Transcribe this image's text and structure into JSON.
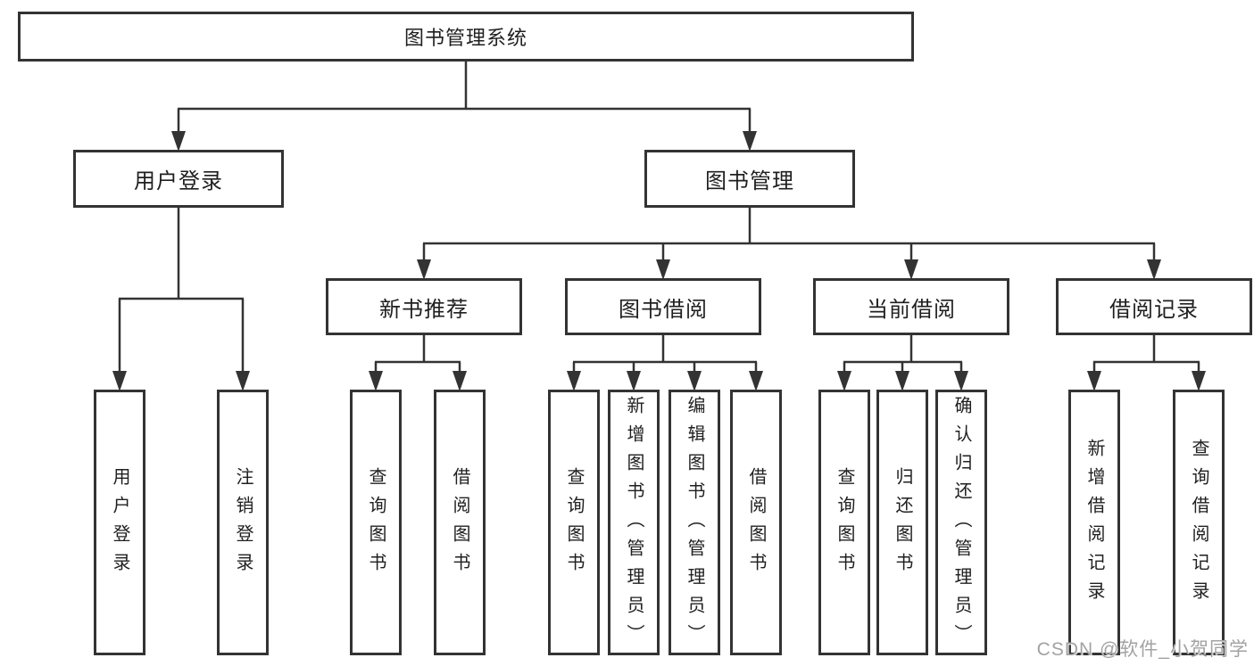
{
  "tree": {
    "root": {
      "label": "图书管理系统"
    },
    "branches": [
      {
        "label": "用户登录",
        "children": [
          {
            "label": "用户登录"
          },
          {
            "label": "注销登录"
          }
        ]
      },
      {
        "label": "图书管理",
        "children": [
          {
            "label": "新书推荐",
            "children": [
              {
                "label": "查询图书"
              },
              {
                "label": "借阅图书"
              }
            ]
          },
          {
            "label": "图书借阅",
            "children": [
              {
                "label": "查询图书"
              },
              {
                "label": "新增图书（管理员）"
              },
              {
                "label": "编辑图书（管理员）"
              },
              {
                "label": "借阅图书"
              }
            ]
          },
          {
            "label": "当前借阅",
            "children": [
              {
                "label": "查询图书"
              },
              {
                "label": "归还图书"
              },
              {
                "label": "确认归还（管理员）"
              }
            ]
          },
          {
            "label": "借阅记录",
            "children": [
              {
                "label": "新增借阅记录"
              },
              {
                "label": "查询借阅记录"
              }
            ]
          }
        ]
      }
    ]
  },
  "watermark": "CSDN @软件_小贺同学",
  "colors": {
    "line": "#333333",
    "box_border": "#333333",
    "box_fill": "#ffffff",
    "text": "#1f1f1f",
    "watermark": "#a2a2a2",
    "background": "#ffffff"
  }
}
